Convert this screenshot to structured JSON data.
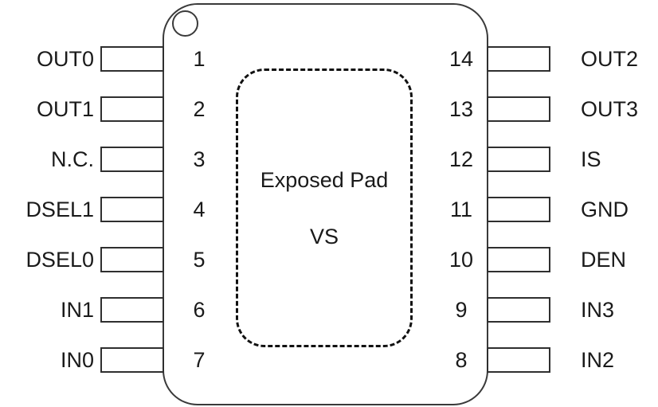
{
  "chip": {
    "exposed_pad": {
      "label": "Exposed Pad",
      "net": "VS"
    },
    "pins": {
      "left": [
        {
          "number": "1",
          "label": "OUT0"
        },
        {
          "number": "2",
          "label": "OUT1"
        },
        {
          "number": "3",
          "label": "N.C."
        },
        {
          "number": "4",
          "label": "DSEL1"
        },
        {
          "number": "5",
          "label": "DSEL0"
        },
        {
          "number": "6",
          "label": "IN1"
        },
        {
          "number": "7",
          "label": "IN0"
        }
      ],
      "right": [
        {
          "number": "14",
          "label": "OUT2"
        },
        {
          "number": "13",
          "label": "OUT3"
        },
        {
          "number": "12",
          "label": "IS"
        },
        {
          "number": "11",
          "label": "GND"
        },
        {
          "number": "10",
          "label": "DEN"
        },
        {
          "number": "9",
          "label": "IN3"
        },
        {
          "number": "8",
          "label": "IN2"
        }
      ]
    },
    "colors": {
      "stroke": "#2f2f2f",
      "text": "#1a1a1a",
      "background": "#ffffff"
    }
  }
}
